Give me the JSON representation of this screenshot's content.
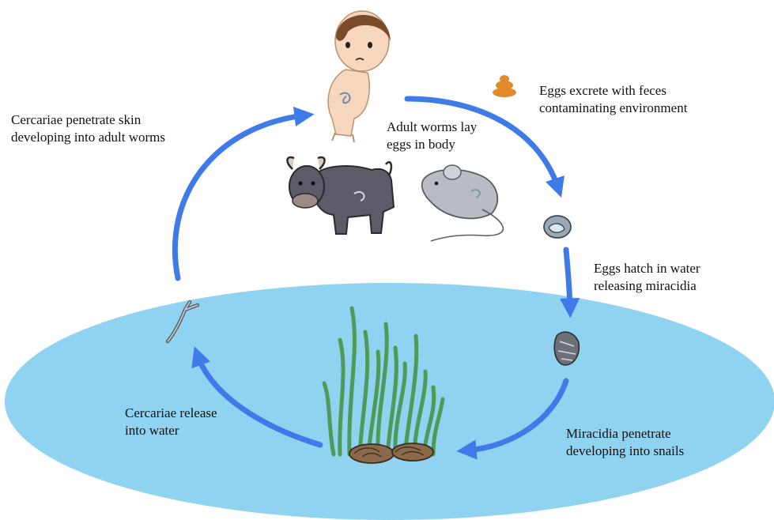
{
  "labels": {
    "eggs_excrete": [
      "Eggs excrete with feces",
      "contaminating environment"
    ],
    "adult_worms": [
      "Adult worms lay",
      "eggs in body"
    ],
    "cercariae_penetrate": [
      "Cercariae penetrate skin",
      "developing into adult worms"
    ],
    "eggs_hatch": [
      "Eggs hatch in water",
      "releasing miracidia"
    ],
    "miracidia_penetrate": [
      "Miracidia penetrate",
      "developing into snails"
    ],
    "cercariae_release": [
      "Cercariae release",
      "into water"
    ]
  },
  "colors": {
    "water": "#8fd3f0",
    "arrow": "#3f7be8",
    "grass": "#4f9a58",
    "snail": "#8b6a4c",
    "skin": "#f6d7bd",
    "hair": "#7a4a2a",
    "buffalo": "#5d5b67",
    "mouse": "#b9bcc2",
    "feces": "#e08a2a",
    "egg": "#9aa9b6"
  }
}
